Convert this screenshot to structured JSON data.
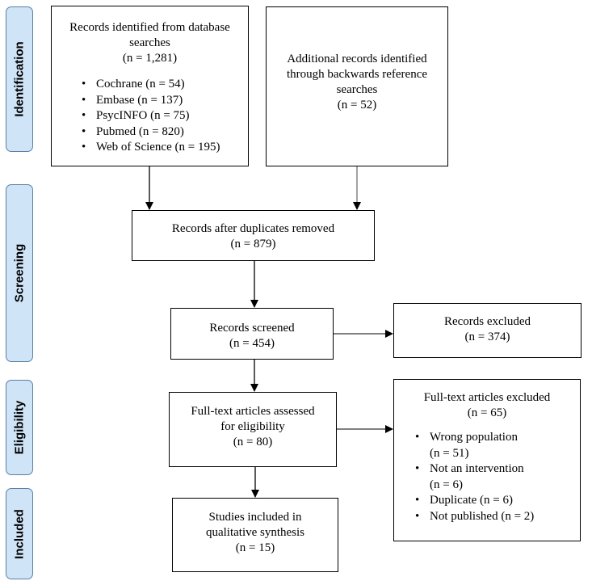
{
  "phases": {
    "identification": "Identification",
    "screening": "Screening",
    "eligibility": "Eligibility",
    "included": "Included"
  },
  "identified": {
    "line1": "Records identified from database",
    "line2": "searches",
    "count": "(n = 1,281)",
    "sources": [
      "Cochrane (n = 54)",
      "Embase (n = 137)",
      "PsycINFO (n = 75)",
      "Pubmed (n = 820)",
      "Web of Science (n = 195)"
    ]
  },
  "additional": {
    "line1": "Additional records identified",
    "line2": "through backwards reference",
    "line3": "searches",
    "count": "(n = 52)"
  },
  "deduplicated": {
    "line1": "Records after duplicates removed",
    "count": "(n = 879)"
  },
  "screened": {
    "line1": "Records screened",
    "count": "(n = 454)"
  },
  "excluded": {
    "line1": "Records excluded",
    "count": "(n = 374)"
  },
  "fulltext": {
    "line1": "Full-text articles assessed",
    "line2": "for eligibility",
    "count": "(n = 80)"
  },
  "fulltext_excluded": {
    "line1": "Full-text articles excluded",
    "count": "(n = 65)",
    "reasons": [
      {
        "a": "Wrong population",
        "b": "(n = 51)"
      },
      {
        "a": "Not an intervention",
        "b": "(n = 6)"
      },
      {
        "a": "Duplicate (n = 6)",
        "b": ""
      },
      {
        "a": "Not published (n = 2)",
        "b": ""
      }
    ]
  },
  "included": {
    "line1": "Studies included in",
    "line2": "qualitative synthesis",
    "count": "(n = 15)"
  },
  "colors": {
    "phase_fill": "#cfe4f7",
    "phase_border": "#5a7fa3",
    "box_border": "#000000",
    "arrow": "#000000"
  }
}
